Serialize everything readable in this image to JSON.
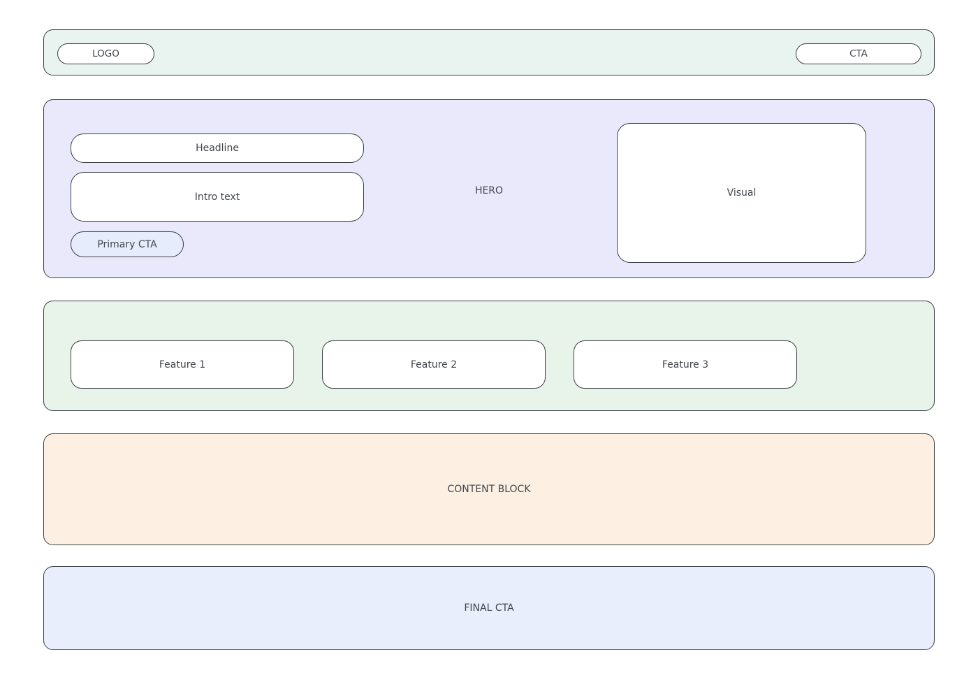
{
  "colors": {
    "header_bg": "#e9f3f0",
    "hero_bg": "#eae9fc",
    "primary_cta_bg": "#e7ecfc",
    "features_bg": "#e8f3e9",
    "content_bg": "#fdf0e2",
    "final_cta_bg": "#e8eefb",
    "card_bg": "#ffffff",
    "border": "#3a3f45",
    "text": "#41464c"
  },
  "header": {
    "logo_label": "LOGO",
    "cta_label": "CTA"
  },
  "hero": {
    "label": "HERO",
    "headline_label": "Headline",
    "intro_label": "Intro text",
    "primary_cta_label": "Primary CTA",
    "visual_label": "Visual"
  },
  "features": {
    "items": [
      {
        "label": "Feature 1"
      },
      {
        "label": "Feature 2"
      },
      {
        "label": "Feature 3"
      }
    ]
  },
  "content_block": {
    "label": "CONTENT BLOCK"
  },
  "final_cta": {
    "label": "FINAL CTA"
  }
}
